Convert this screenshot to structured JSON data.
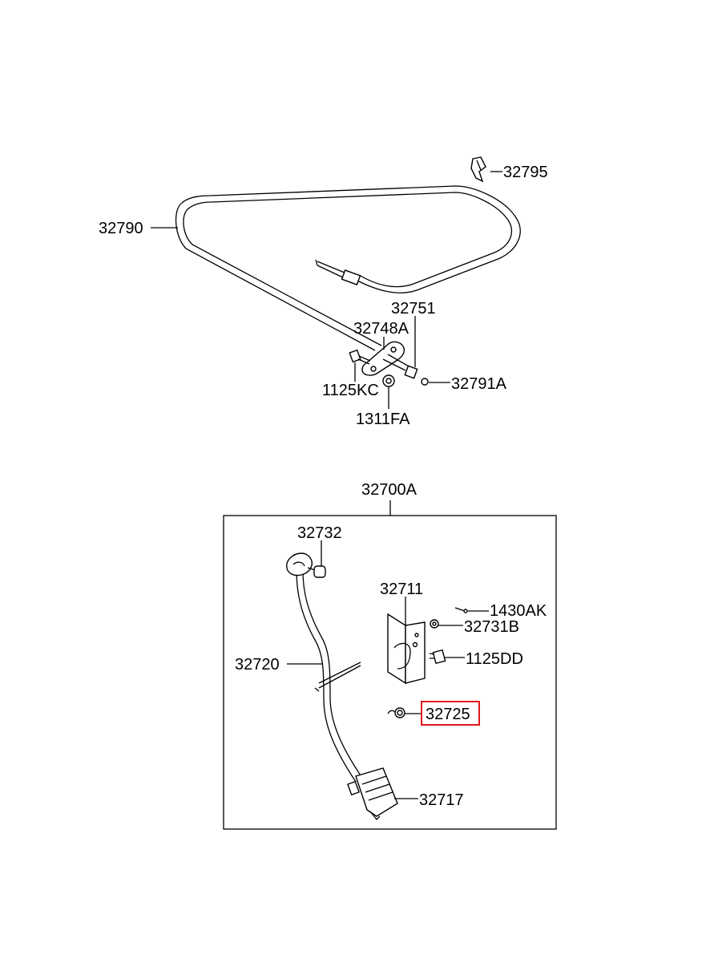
{
  "diagram": {
    "parts": [
      {
        "id": "32795",
        "label": "32795"
      },
      {
        "id": "32790",
        "label": "32790"
      },
      {
        "id": "32751",
        "label": "32751"
      },
      {
        "id": "32748A",
        "label": "32748A"
      },
      {
        "id": "1125KC",
        "label": "1125KC"
      },
      {
        "id": "32791A",
        "label": "32791A"
      },
      {
        "id": "1311FA",
        "label": "1311FA"
      },
      {
        "id": "32700A",
        "label": "32700A"
      },
      {
        "id": "32732",
        "label": "32732"
      },
      {
        "id": "32711",
        "label": "32711"
      },
      {
        "id": "1430AK",
        "label": "1430AK"
      },
      {
        "id": "32731B",
        "label": "32731B"
      },
      {
        "id": "32720",
        "label": "32720"
      },
      {
        "id": "1125DD",
        "label": "1125DD"
      },
      {
        "id": "32725",
        "label": "32725"
      },
      {
        "id": "32717",
        "label": "32717"
      }
    ],
    "highlighted_part": "32725",
    "highlight_color": "#e0161b",
    "line_color": "#000000"
  }
}
